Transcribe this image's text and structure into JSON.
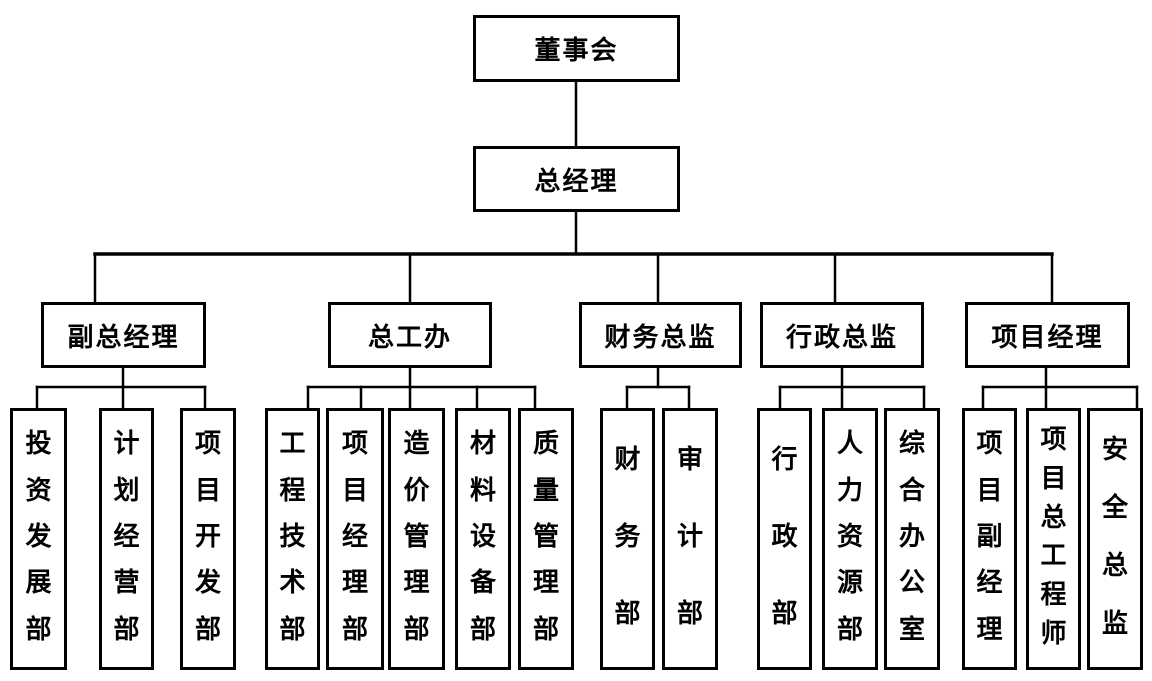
{
  "org_chart": {
    "type": "org-tree",
    "root": {
      "label": "董事会"
    },
    "general_manager": {
      "label": "总经理"
    },
    "branches": [
      {
        "label": "副总经理",
        "children": [
          {
            "label": "投资发展部"
          },
          {
            "label": "计划经营部"
          },
          {
            "label": "项目开发部"
          }
        ]
      },
      {
        "label": "总工办",
        "children": [
          {
            "label": "工程技术部"
          },
          {
            "label": "项目经理部"
          },
          {
            "label": "造价管理部"
          },
          {
            "label": "材料设备部"
          },
          {
            "label": "质量管理部"
          }
        ]
      },
      {
        "label": "财务总监",
        "children": [
          {
            "label": "财务部"
          },
          {
            "label": "审计部"
          }
        ]
      },
      {
        "label": "行政总监",
        "children": [
          {
            "label": "行政部"
          },
          {
            "label": "人力资源部"
          },
          {
            "label": "综合办公室"
          }
        ]
      },
      {
        "label": "项目经理",
        "children": [
          {
            "label": "项目副经理"
          },
          {
            "label": "项目总工程师"
          },
          {
            "label": "安全总监"
          }
        ]
      }
    ],
    "colors": {
      "line": "#000000",
      "box_border": "#000000",
      "box_fill": "#ffffff",
      "text": "#000000",
      "background": "#ffffff"
    }
  }
}
